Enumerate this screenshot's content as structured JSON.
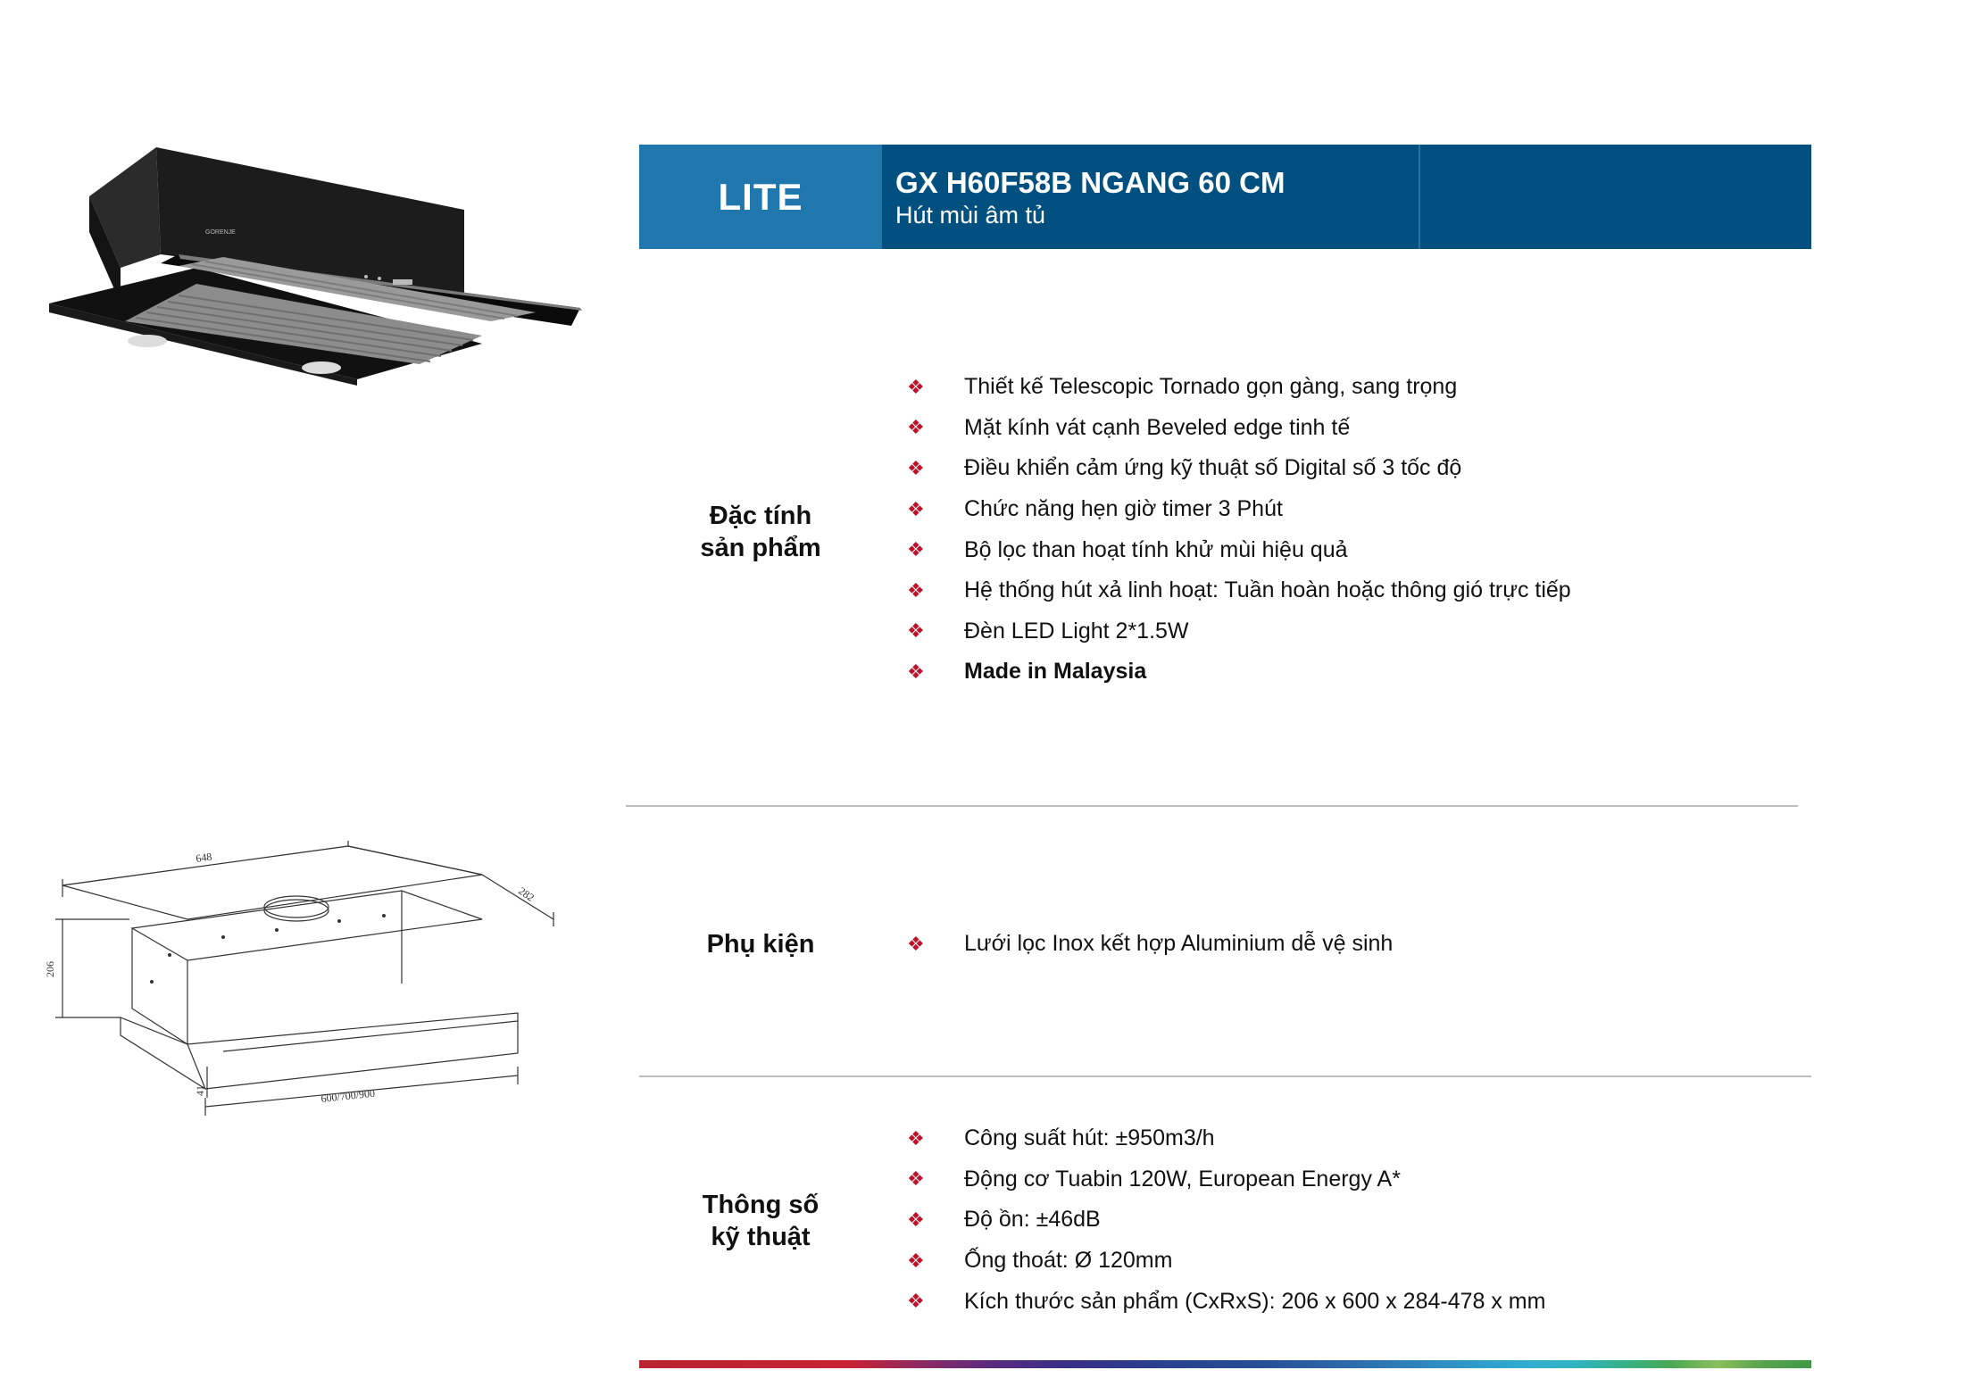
{
  "header": {
    "series": "LITE",
    "model_name": "GX H60F58B NGANG 60 CM",
    "model_subtitle": "Hút mùi âm tủ",
    "colors": {
      "series_bg": "#1f77ad",
      "model_bg": "#01507f"
    }
  },
  "features": {
    "label_line1": "Đặc tính",
    "label_line2": "sản phẩm",
    "items": [
      "Thiết kế Telescopic Tornado gọn gàng, sang trọng",
      "Mặt kính vát cạnh Beveled edge tinh tế",
      "Điều khiển cảm ứng kỹ thuật số Digital số 3 tốc độ",
      "Chức năng hẹn giờ timer 3 Phút",
      "Bộ lọc than hoạt tính khử mùi hiệu quả",
      "Hệ thống hút xả linh hoạt: Tuần hoàn hoặc thông gió trực tiếp",
      "Đèn LED Light 2*1.5W",
      "Made in Malaysia"
    ]
  },
  "accessories": {
    "label": "Phụ kiện",
    "items": [
      "Lưới lọc Inox kết hợp Aluminium dễ vệ sinh"
    ]
  },
  "specs": {
    "label_line1": "Thông số",
    "label_line2": "kỹ thuật",
    "items": [
      "Công suất hút: ±950m3/h",
      "Động cơ Tuabin 120W, European Energy A*",
      "Độ ồn: ±46dB",
      "Ống thoát: Ø 120mm",
      "Kích thước sản phẩm (CxRxS): 206 x  600 x 284-478 x mm"
    ]
  },
  "bullet_icon": "four-diamond-bullet-icon",
  "bullet_color": "#c0102a",
  "drawing": {
    "dim_width": "648",
    "dim_depth": "282",
    "dim_height": "206",
    "dim_front": "41",
    "dim_bottom": "600/700/900"
  },
  "photo": {
    "brand_mark": "GORENJE"
  }
}
